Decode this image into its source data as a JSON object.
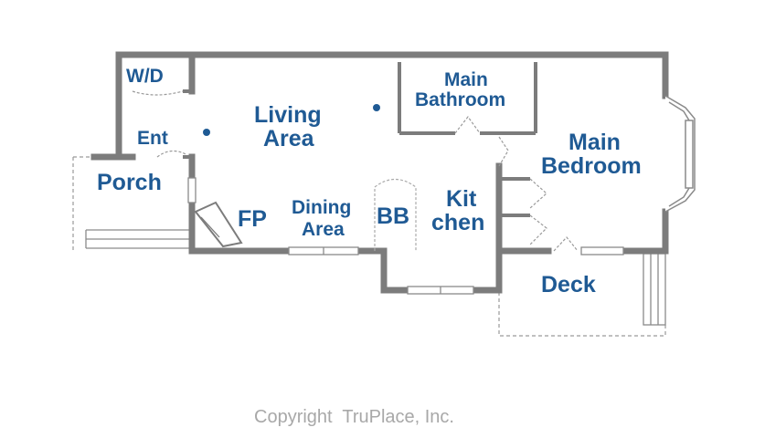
{
  "colors": {
    "wall": "#7c7c7c",
    "label": "#1f5a94",
    "outline": "#9a9a9a",
    "copyright": "#a8a8a8"
  },
  "rooms": {
    "wd": "W/D",
    "entry": "Ent",
    "porch": "Porch",
    "living_line1": "Living",
    "living_line2": "Area",
    "main_bath_line1": "Main",
    "main_bath_line2": "Bathroom",
    "main_bed_line1": "Main",
    "main_bed_line2": "Bedroom",
    "fireplace": "FP",
    "dining_line1": "Dining",
    "dining_line2": "Area",
    "bb": "BB",
    "kitchen_line1": "Kit",
    "kitchen_line2": "chen",
    "deck": "Deck"
  },
  "copyright": "Copyright  TruPlace, Inc."
}
